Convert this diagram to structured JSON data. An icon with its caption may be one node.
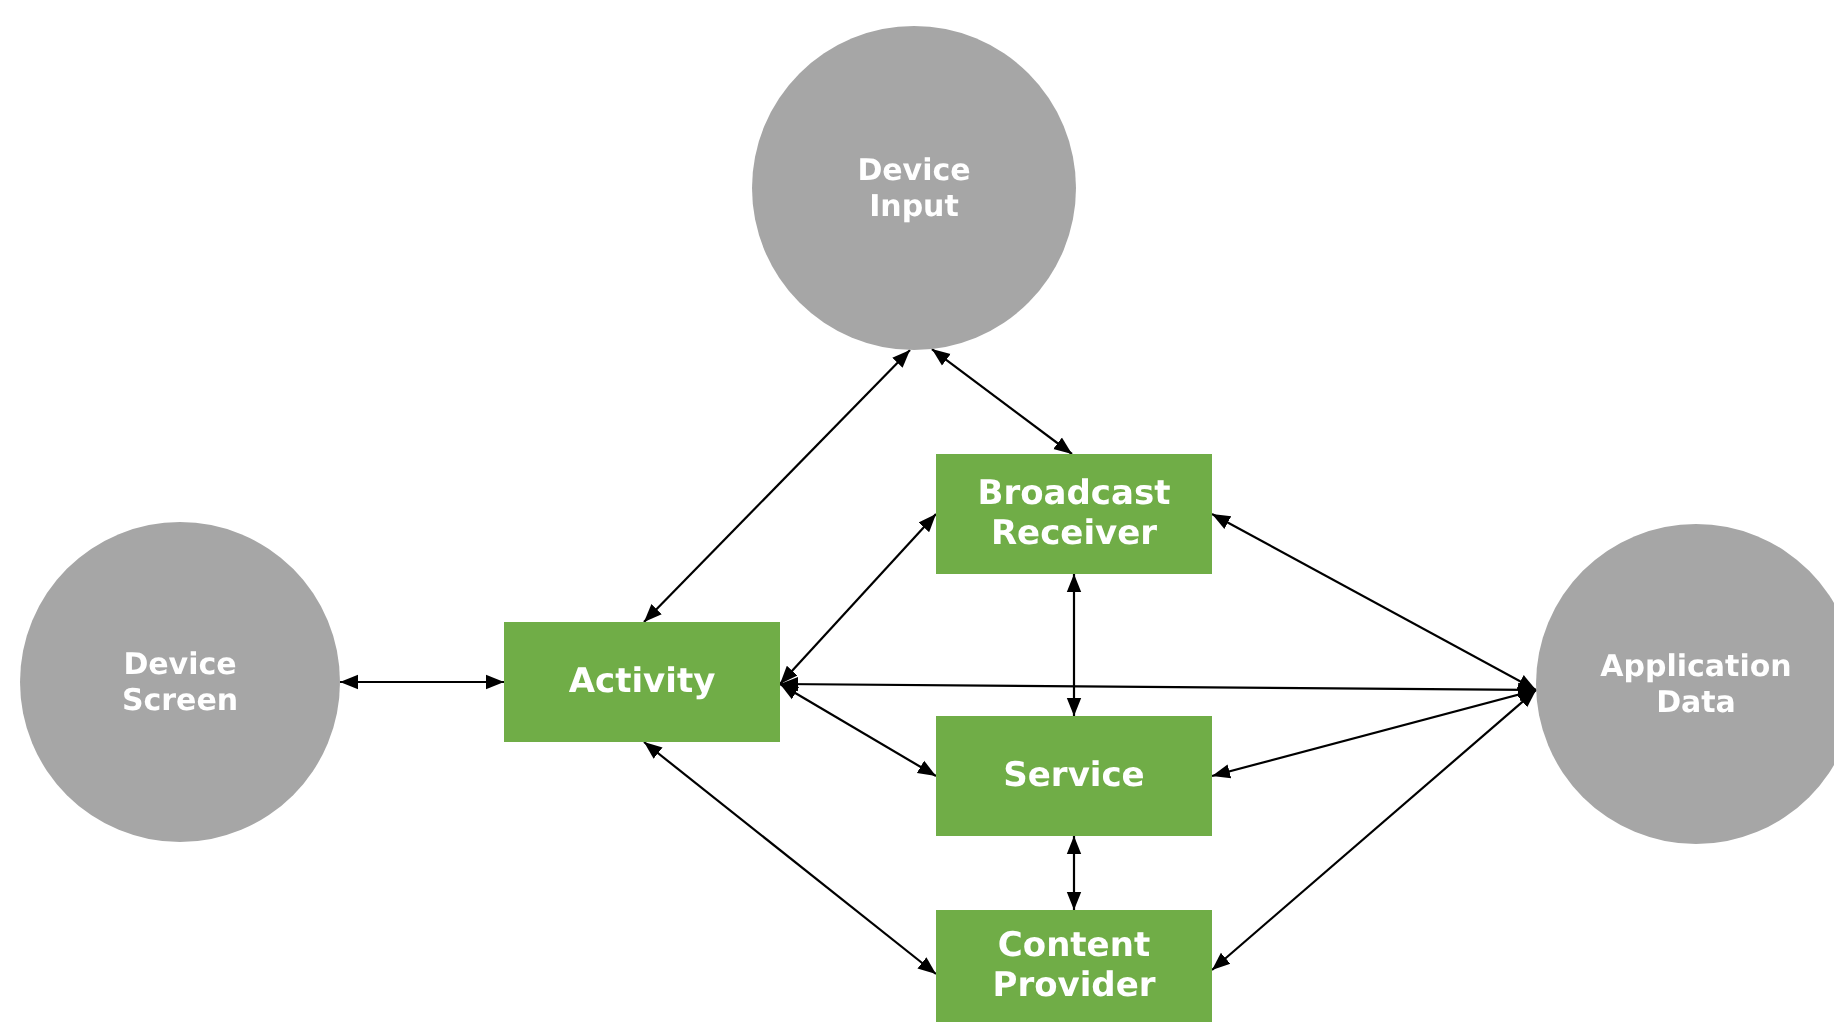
{
  "diagram": {
    "nodes": [
      {
        "text": [
          "Device Input"
        ]
      },
      {
        "text": [
          "Broadcast Receiver"
        ]
      },
      {
        "text": [
          "Device Screen"
        ]
      },
      {
        "text": [
          "Activity"
        ]
      },
      {
        "text": [
          "Application Data"
        ]
      },
      {
        "text": [
          "Service"
        ]
      },
      {
        "text": [
          "Content Provider"
        ]
      }
    ],
    "edges": [
      {
        "from": 3,
        "to": 0,
        "arrow": "both"
      },
      {
        "from": 0,
        "to": 1,
        "arrow": "both"
      },
      {
        "from": 2,
        "to": 3,
        "arrow": "both"
      },
      {
        "from": 3,
        "to": 1,
        "arrow": "both"
      },
      {
        "from": 3,
        "to": 4,
        "arrow": "both"
      },
      {
        "from": 3,
        "to": 5,
        "arrow": "both"
      },
      {
        "from": 3,
        "to": 6,
        "arrow": "both"
      },
      {
        "from": 1,
        "to": 5,
        "arrow": "both"
      },
      {
        "from": 5,
        "to": 6,
        "arrow": "both"
      },
      {
        "from": 4,
        "to": 1,
        "arrow": "both"
      },
      {
        "from": 4,
        "to": 5,
        "arrow": "both"
      },
      {
        "from": 4,
        "to": 6,
        "arrow": "both"
      }
    ]
  }
}
